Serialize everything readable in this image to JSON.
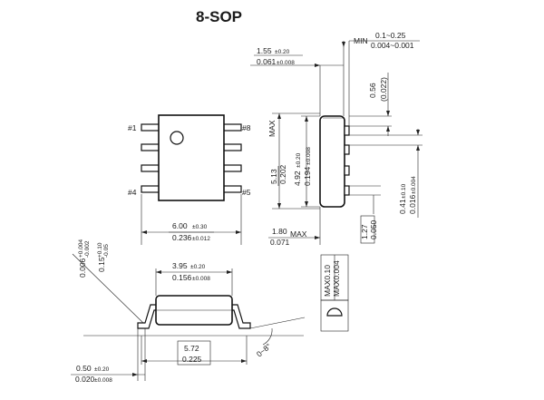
{
  "title": "8-SOP",
  "pins": {
    "p1": "#1",
    "p4": "#4",
    "p5": "#5",
    "p8": "#8"
  },
  "dims": {
    "top_len_mm": "1.55",
    "top_len_mm_tol": "±0.20",
    "top_len_in": "0.061",
    "top_len_in_tol": "±0.008",
    "min_label": "MIN",
    "min_mm": "0.1~0.25",
    "min_in": "0.004~0.001",
    "width_mm": "6.00",
    "width_mm_tol": "±0.30",
    "width_in": "0.236",
    "width_in_tol": "±0.012",
    "max_h_mm": "5.13",
    "max_h_in": "0.202",
    "max_label": "MAX",
    "len_mm": "4.92",
    "len_mm_tol": "±0.20",
    "len_in": "0.194",
    "len_in_tol": "±0.008",
    "gap_mm": "0.56",
    "gap_in": "(0.022)",
    "side_max_mm": "1.80",
    "side_max_in": "0.071",
    "side_max_label": "MAX",
    "pitch_mm": "1.27",
    "pitch_in": "0.050",
    "lead_w_mm": "0.41",
    "lead_w_mm_tol": "±0.10",
    "lead_w_in": "0.016",
    "lead_w_in_tol": "±0.004",
    "thick_mm": "0.15",
    "thick_mm_tol_p": "+0.10",
    "thick_mm_tol_n": "-0.05",
    "thick_in": "0.006",
    "thick_in_tol_p": "+0.004",
    "thick_in_tol_n": "-0.002",
    "body_w_mm": "3.95",
    "body_w_mm_tol": "±0.20",
    "body_w_in": "0.156",
    "body_w_in_tol": "±0.008",
    "foot_mm": "0.50",
    "foot_mm_tol": "±0.20",
    "foot_in": "0.020",
    "foot_in_tol": "±0.008",
    "span_mm": "5.72",
    "span_in": "0.225",
    "angle": "0~8°",
    "coplan_mm": "MAX0.10",
    "coplan_in": "MAX0.004"
  }
}
